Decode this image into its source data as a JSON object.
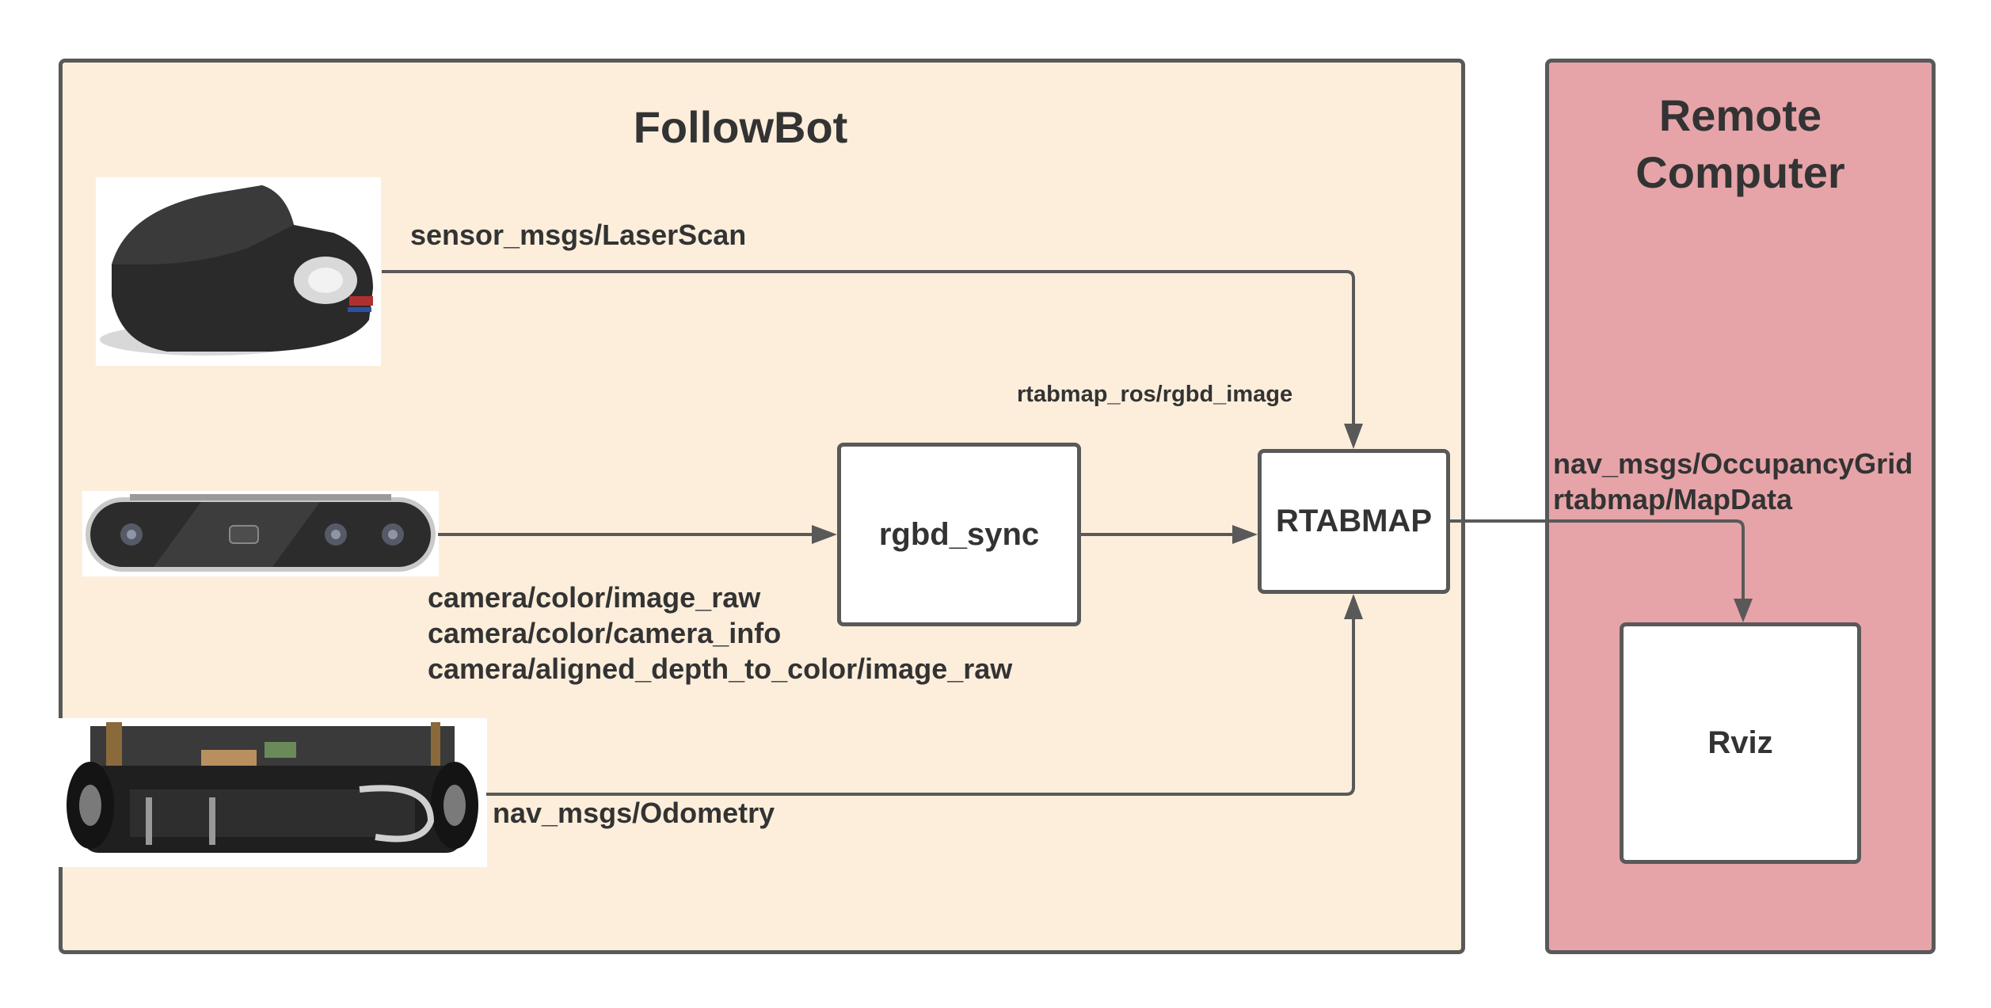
{
  "followbot_panel": {
    "title": "FollowBot"
  },
  "remote_panel": {
    "title_line1": "Remote",
    "title_line2": "Computer"
  },
  "nodes": {
    "rgbd_sync": "rgbd_sync",
    "rtabmap": "RTABMAP",
    "rviz": "Rviz"
  },
  "topics": {
    "laserscan": "sensor_msgs/LaserScan",
    "rgbd_image": "rtabmap_ros/rgbd_image",
    "camera": [
      "camera/color/image_raw",
      "camera/color/camera_info",
      "camera/aligned_depth_to_color/image_raw"
    ],
    "odometry": "nav_msgs/Odometry",
    "map": [
      "nav_msgs/OccupancyGrid",
      "rtabmap/MapData"
    ]
  },
  "pictures": [
    "lidar-sensor",
    "depth-camera",
    "robot-base"
  ],
  "colors": {
    "followbot_fill": "#fdeedb",
    "remote_fill": "#e6a4a8",
    "border": "#595959",
    "text": "#333333",
    "node_fill": "#ffffff"
  }
}
